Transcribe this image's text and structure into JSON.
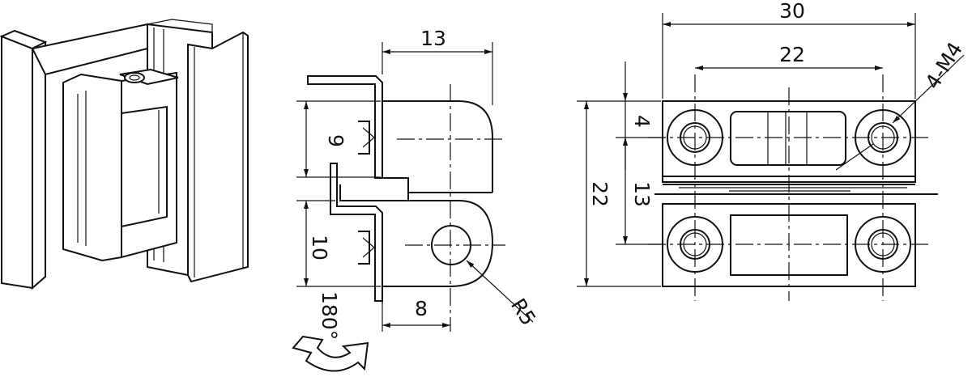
{
  "views": {
    "iso": {
      "name": "isometric-view"
    },
    "side": {
      "dims": {
        "top_width": "13",
        "upper_height": "9",
        "lower_height": "10",
        "bottom_offset": "8",
        "radius": "R5",
        "rotation": "180°"
      }
    },
    "front": {
      "dims": {
        "overall_width": "30",
        "hole_spacing": "22",
        "top_offset": "4",
        "hole_pitch": "13",
        "overall_height": "22",
        "holes": "4-M4"
      }
    }
  }
}
